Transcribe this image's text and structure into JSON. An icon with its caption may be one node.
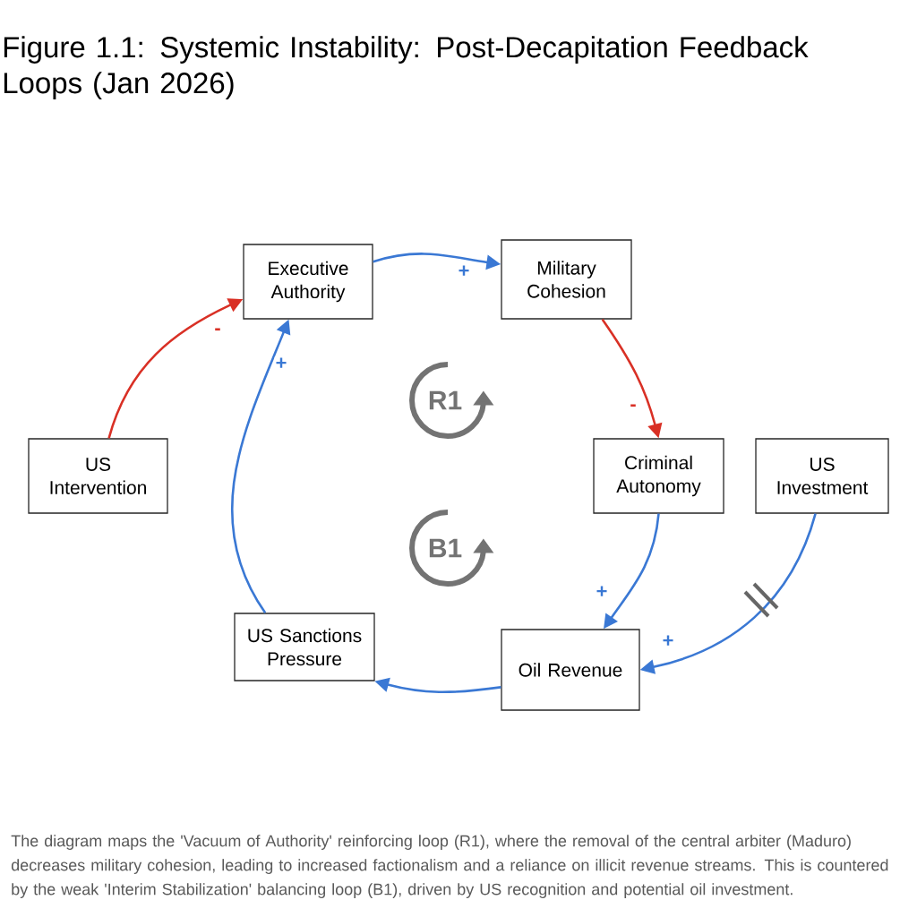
{
  "diagram": {
    "title": "Figure 1.1: Systemic Instability: Post-Decapitation Feedback Loops (Jan 2026)",
    "caption": "The diagram maps the 'Vacuum of Authority' reinforcing loop (R1), where the removal of the central arbiter (Maduro) decreases military cohesion, leading to increased factionalism and a reliance on illicit revenue streams. This is countered by the weak 'Interim Stabilization' balancing loop (B1), driven by US recognition and potential oil investment.",
    "nodes": [
      {
        "text": [
          "Executive Authority"
        ]
      },
      {
        "text": [
          "Military Cohesion"
        ]
      },
      {
        "text": [
          "US Intervention"
        ]
      },
      {
        "text": [
          "Criminal Autonomy"
        ]
      },
      {
        "text": [
          "US Investment"
        ]
      },
      {
        "text": [
          "US Sanctions Pressure"
        ]
      },
      {
        "text": [
          "Oil Revenue"
        ]
      }
    ],
    "edges": [
      {
        "from": 0,
        "to": 1,
        "arrow": "to",
        "label": "+"
      },
      {
        "from": 1,
        "to": 3,
        "arrow": "to",
        "label": "-",
        "color": "#d93025"
      },
      {
        "from": 2,
        "to": 0,
        "arrow": "to",
        "label": "-",
        "color": "#d93025"
      },
      {
        "from": 3,
        "to": 6,
        "arrow": "to",
        "label": "+"
      },
      {
        "from": 4,
        "to": 6,
        "arrow": "to",
        "label": "+"
      },
      {
        "from": 6,
        "to": 5,
        "arrow": "to"
      },
      {
        "from": 5,
        "to": 0,
        "arrow": "to",
        "label": "+"
      }
    ],
    "labels": [
      "R1",
      "B1"
    ]
  }
}
